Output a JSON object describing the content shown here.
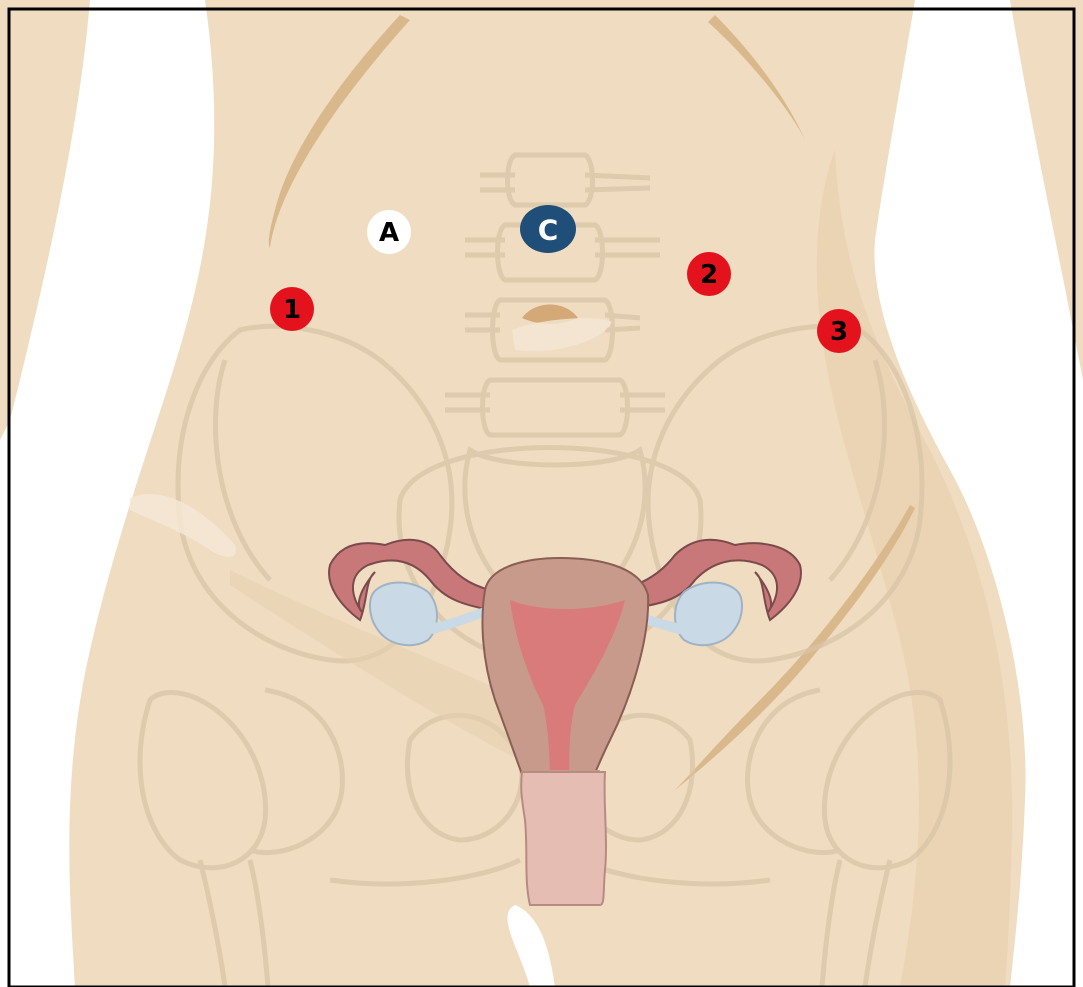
{
  "colors": {
    "skin": "#EFDCC1",
    "skin_shadow": "#E2C9A6",
    "crease": "#D9B98C",
    "bone_line": "#D6C3A8",
    "uterus_wall": "#C89A8C",
    "uterus_cavity": "#D97B7B",
    "tube": "#C9787A",
    "ovary": "#C9D9E6",
    "vagina": "#E6BDB3",
    "port_red": "#E3121C",
    "port_navy": "#1F4E79",
    "port_white": "#FFFFFF",
    "frame": "#000000"
  },
  "markers": [
    {
      "id": "1",
      "label": "1",
      "kind": "red-port"
    },
    {
      "id": "2",
      "label": "2",
      "kind": "red-port"
    },
    {
      "id": "3",
      "label": "3",
      "kind": "red-port"
    },
    {
      "id": "A",
      "label": "A",
      "kind": "assistant-port"
    },
    {
      "id": "C",
      "label": "C",
      "kind": "camera-port"
    }
  ]
}
